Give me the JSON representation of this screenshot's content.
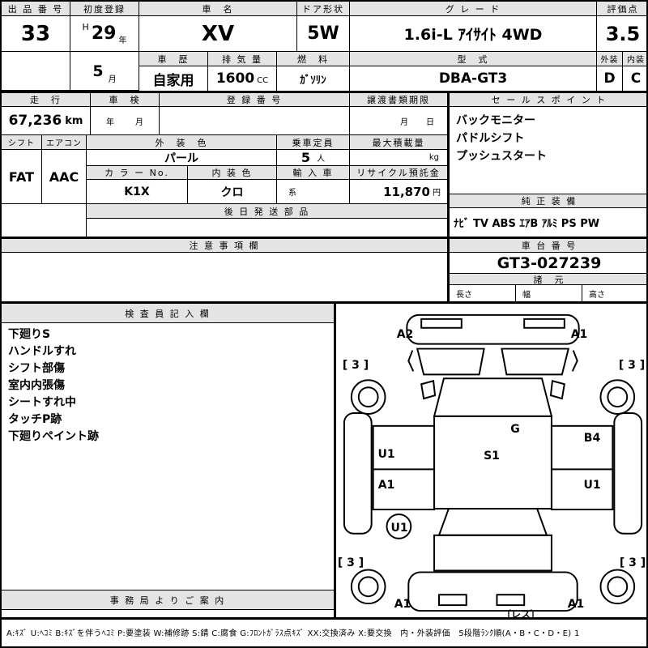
{
  "colors": {
    "header_bg": "#e4e4e4",
    "line": "#000000"
  },
  "top": {
    "auction_no_label": "出 品 番 号",
    "auction_no": "33",
    "first_reg_label": "初度登録",
    "reg_era": "H",
    "reg_year": "29",
    "reg_year_unit": "年",
    "reg_month": "5",
    "reg_month_unit": "月",
    "car_name_label": "車　名",
    "car_name": "XV",
    "door_label": "ドア形状",
    "door": "5W",
    "grade_label": "グ レ ー ド",
    "grade": "1.6i-L ｱｲｻｲﾄ 4WD",
    "score_label": "評価点",
    "score": "3.5",
    "history_label": "車　歴",
    "history": "自家用",
    "disp_label": "排 気 量",
    "disp": "1600",
    "disp_unit": "CC",
    "fuel_label": "燃　料",
    "fuel": "ｶﾞｿﾘﾝ",
    "model_label": "型　式",
    "model": "DBA-GT3",
    "ext_label": "外装",
    "ext": "D",
    "int_label": "内装",
    "int": "C"
  },
  "mid": {
    "mileage_label": "走　行",
    "mileage": "67,236",
    "mileage_unit": "km",
    "shaken_label": "車　検",
    "shaken_year_unit": "年",
    "shaken_month_unit": "月",
    "regno_label": "登 録 番 号",
    "transfer_label": "譲渡書類期限",
    "transfer_month_unit": "月",
    "transfer_day_unit": "日",
    "sales_label": "セ ー ル ス ポ イ ン ト",
    "sales_items": [
      "バックモニター",
      "パドルシフト",
      "プッシュスタート"
    ]
  },
  "spec": {
    "shift_label": "シフト",
    "shift": "FAT",
    "ac_label": "エアコン",
    "ac": "AAC",
    "extcolor_label": "外　装　色",
    "extcolor": "パール",
    "capacity_label": "乗車定員",
    "capacity": "5",
    "capacity_unit": "人",
    "maxload_label": "最大積載量",
    "maxload_unit": "kg",
    "colorno_label": "カ ラ ー No.",
    "colorno": "K1X",
    "intcolor_label": "内 装 色",
    "intcolor": "クロ",
    "intcolor_suffix": "系",
    "import_label": "輸 入 車",
    "recycle_label": "リサイクル預託金",
    "recycle": "11,870",
    "recycle_unit": "円",
    "later_label": "後 日 発 送 部 品"
  },
  "right": {
    "equip_label": "純 正 装 備",
    "equip": "ﾅﾋﾞ TV ABS ｴｱB ｱﾙﾐ PS PW",
    "chassis_label": "車 台 番 号",
    "chassis": "GT3-027239",
    "spec_label": "諸　元",
    "len_label": "長さ",
    "wid_label": "幅",
    "hei_label": "高さ"
  },
  "notes_label": "注 意 事 項 欄",
  "inspector": {
    "label": "検 査 員 記 入 欄",
    "items": [
      "下廻りS",
      "ハンドルすれ",
      "シフト部傷",
      "室内内張傷",
      "シートすれ中",
      "タッチP跡",
      "下廻りペイント跡"
    ]
  },
  "office_label": "事 務 局 よ り ご 案 内",
  "diagram": {
    "marks": [
      {
        "loc": "front-bumper-left",
        "t": "A2"
      },
      {
        "loc": "front-bumper-right",
        "t": "A1"
      },
      {
        "loc": "front-left-wheel",
        "t": "[ 3 ]"
      },
      {
        "loc": "front-right-wheel",
        "t": "[ 3 ]"
      },
      {
        "loc": "left-front-door",
        "t": "U1"
      },
      {
        "loc": "windshield",
        "t": "G"
      },
      {
        "loc": "roof",
        "t": "S1"
      },
      {
        "loc": "right-front-door",
        "t": "B4"
      },
      {
        "loc": "left-rear-door",
        "t": "A1"
      },
      {
        "loc": "right-rear-door",
        "t": "U1"
      },
      {
        "loc": "left-rear-quarter",
        "t": "U1"
      },
      {
        "loc": "rear-left-wheel",
        "t": "[ 3 ]"
      },
      {
        "loc": "rear-right-wheel",
        "t": "[ 3 ]"
      },
      {
        "loc": "rear-bumper-left",
        "t": "A1"
      },
      {
        "loc": "rear-bumper-right",
        "t": "A1"
      },
      {
        "loc": "spare-tire",
        "t": "〔レス〕"
      }
    ]
  },
  "legend": "A:ｷｽﾞ U:ﾍｺﾐ B:ｷｽﾞを伴うﾍｺﾐ P:要塗装 W:補修跡 S:錆 C:腐食 G:ﾌﾛﾝﾄｶﾞﾗｽ点ｷｽﾞ XX:交換済み X:要交換　内・外装評価　5段階ﾗﾝｸ順(A・B・C・D・E) 1"
}
